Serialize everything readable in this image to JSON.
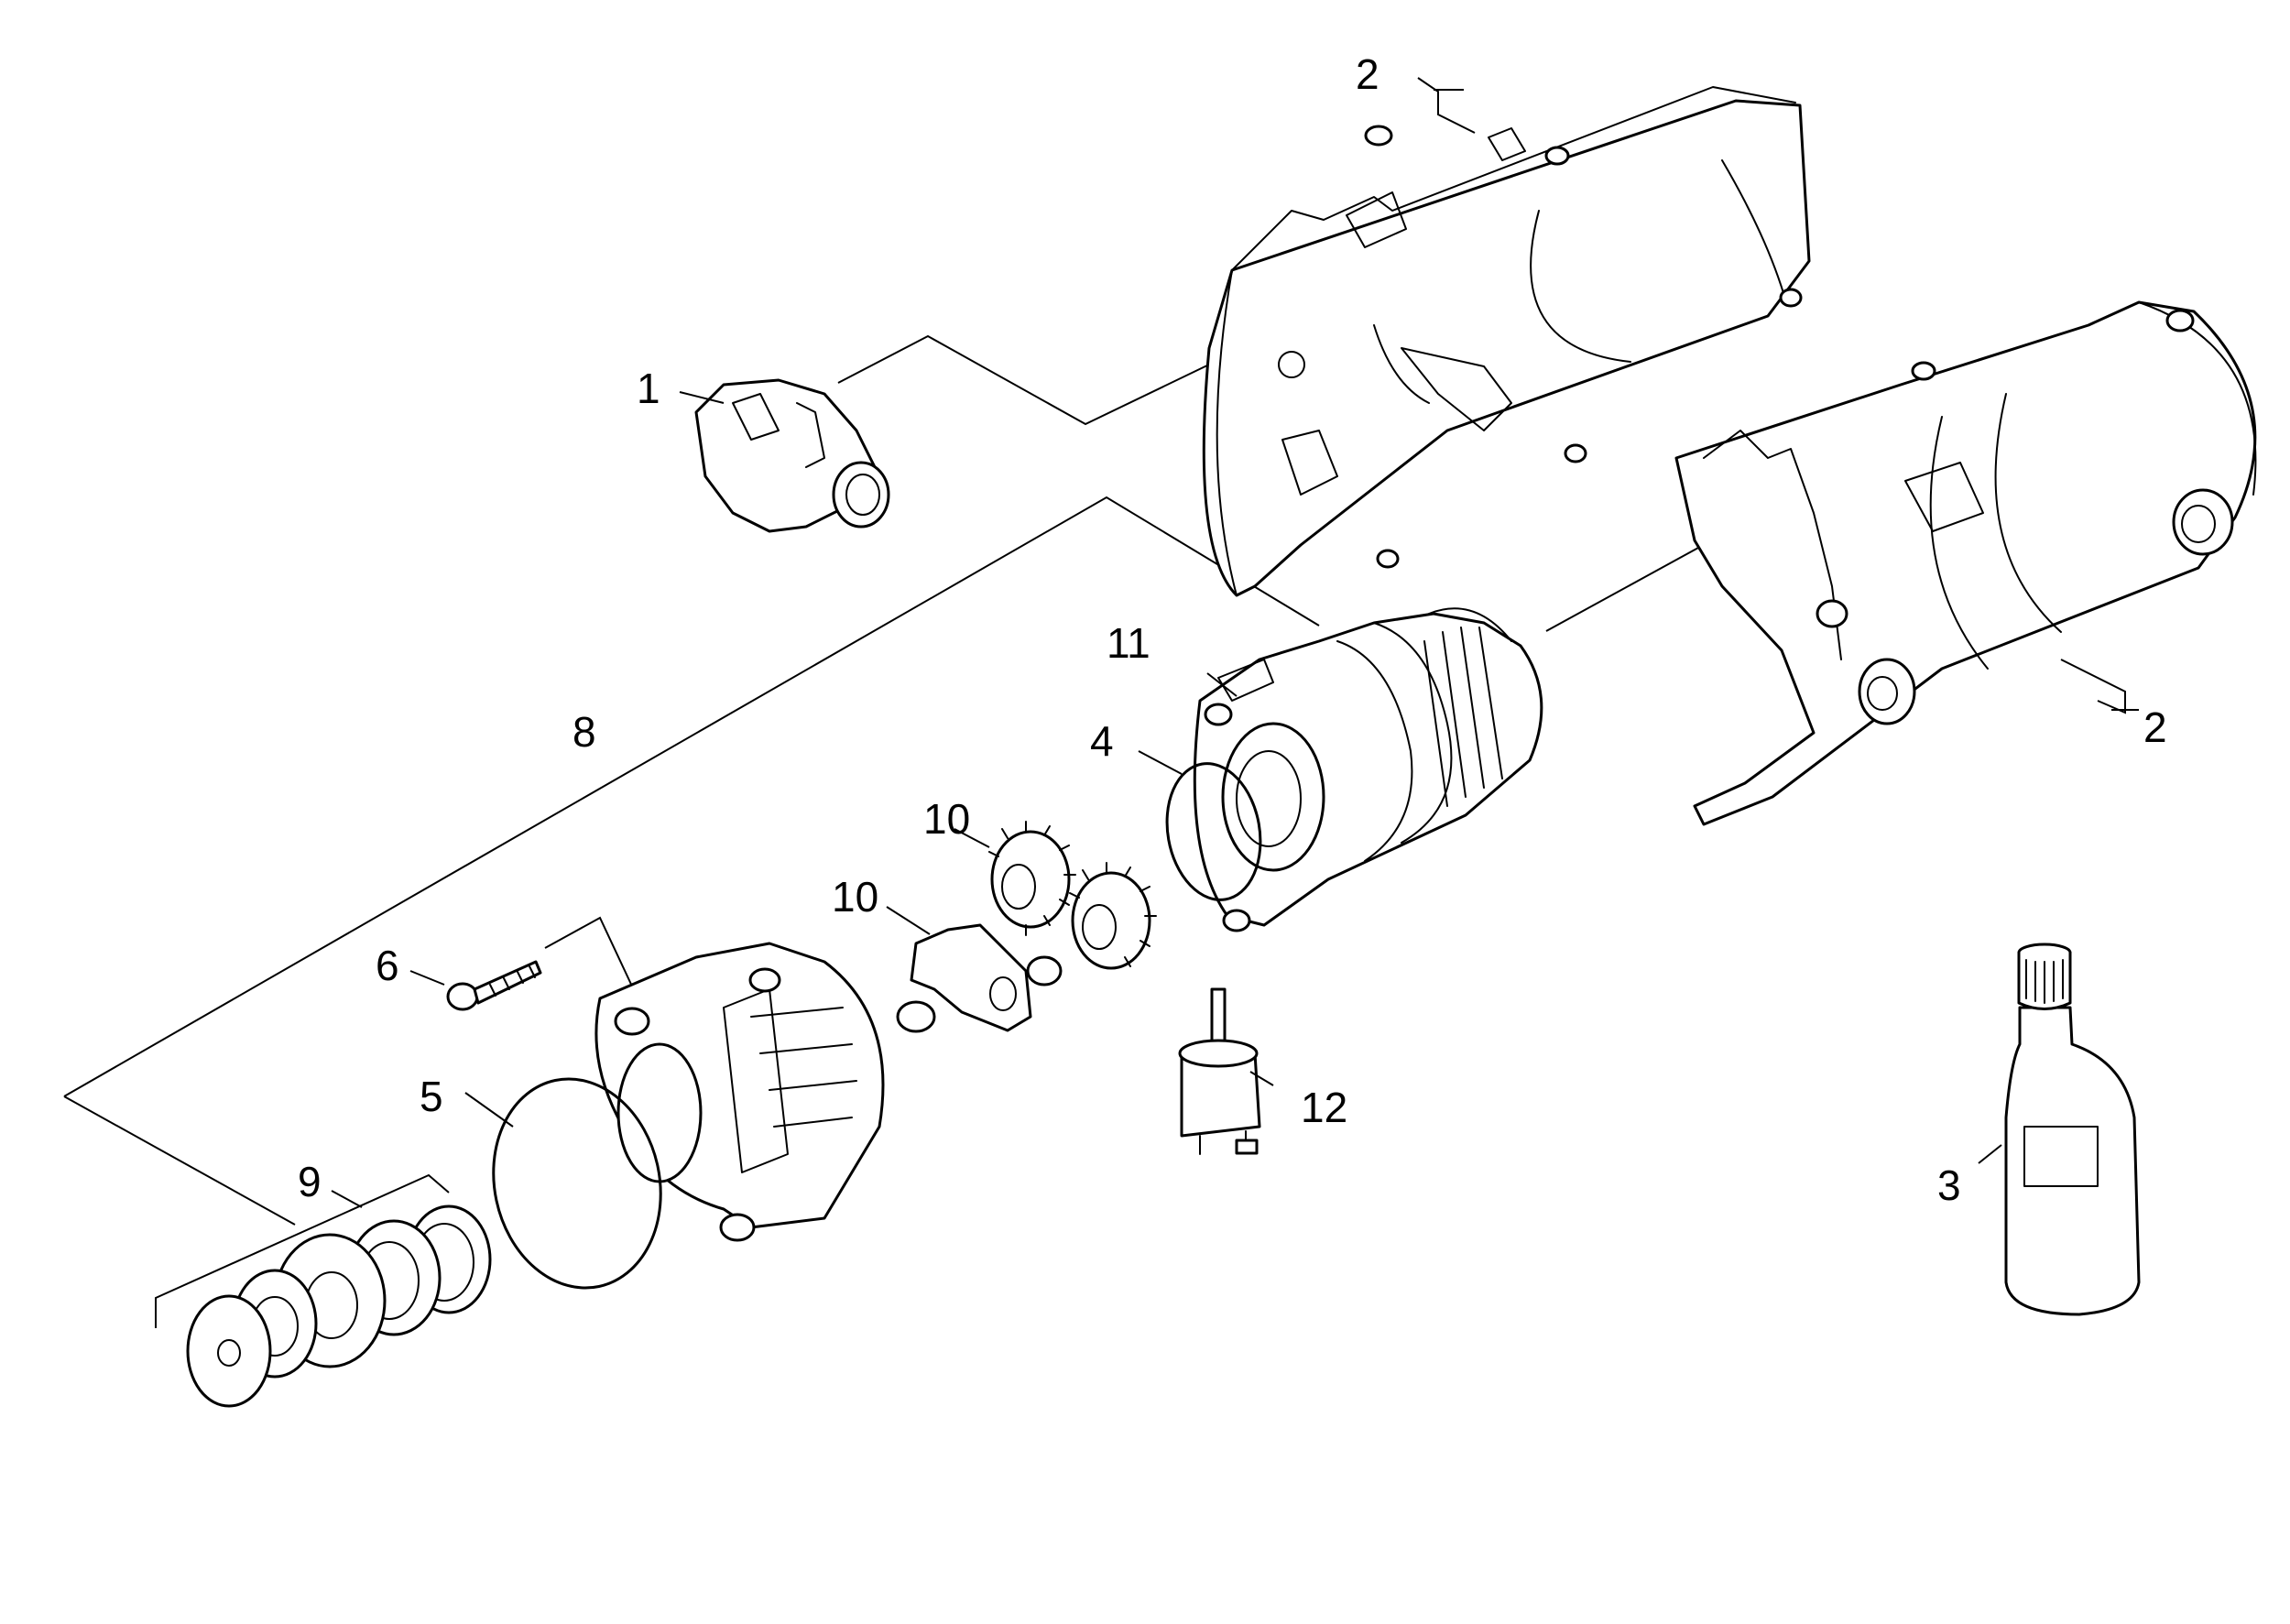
{
  "callouts": {
    "c1": "1",
    "c2a": "2",
    "c2b": "2",
    "c3": "3",
    "c4": "4",
    "c5": "5",
    "c6": "6",
    "c8": "8",
    "c9": "9",
    "c10a": "10",
    "c10b": "10",
    "c11": "11",
    "c12": "12"
  },
  "colors": {
    "line": "#000000",
    "background": "#ffffff"
  }
}
